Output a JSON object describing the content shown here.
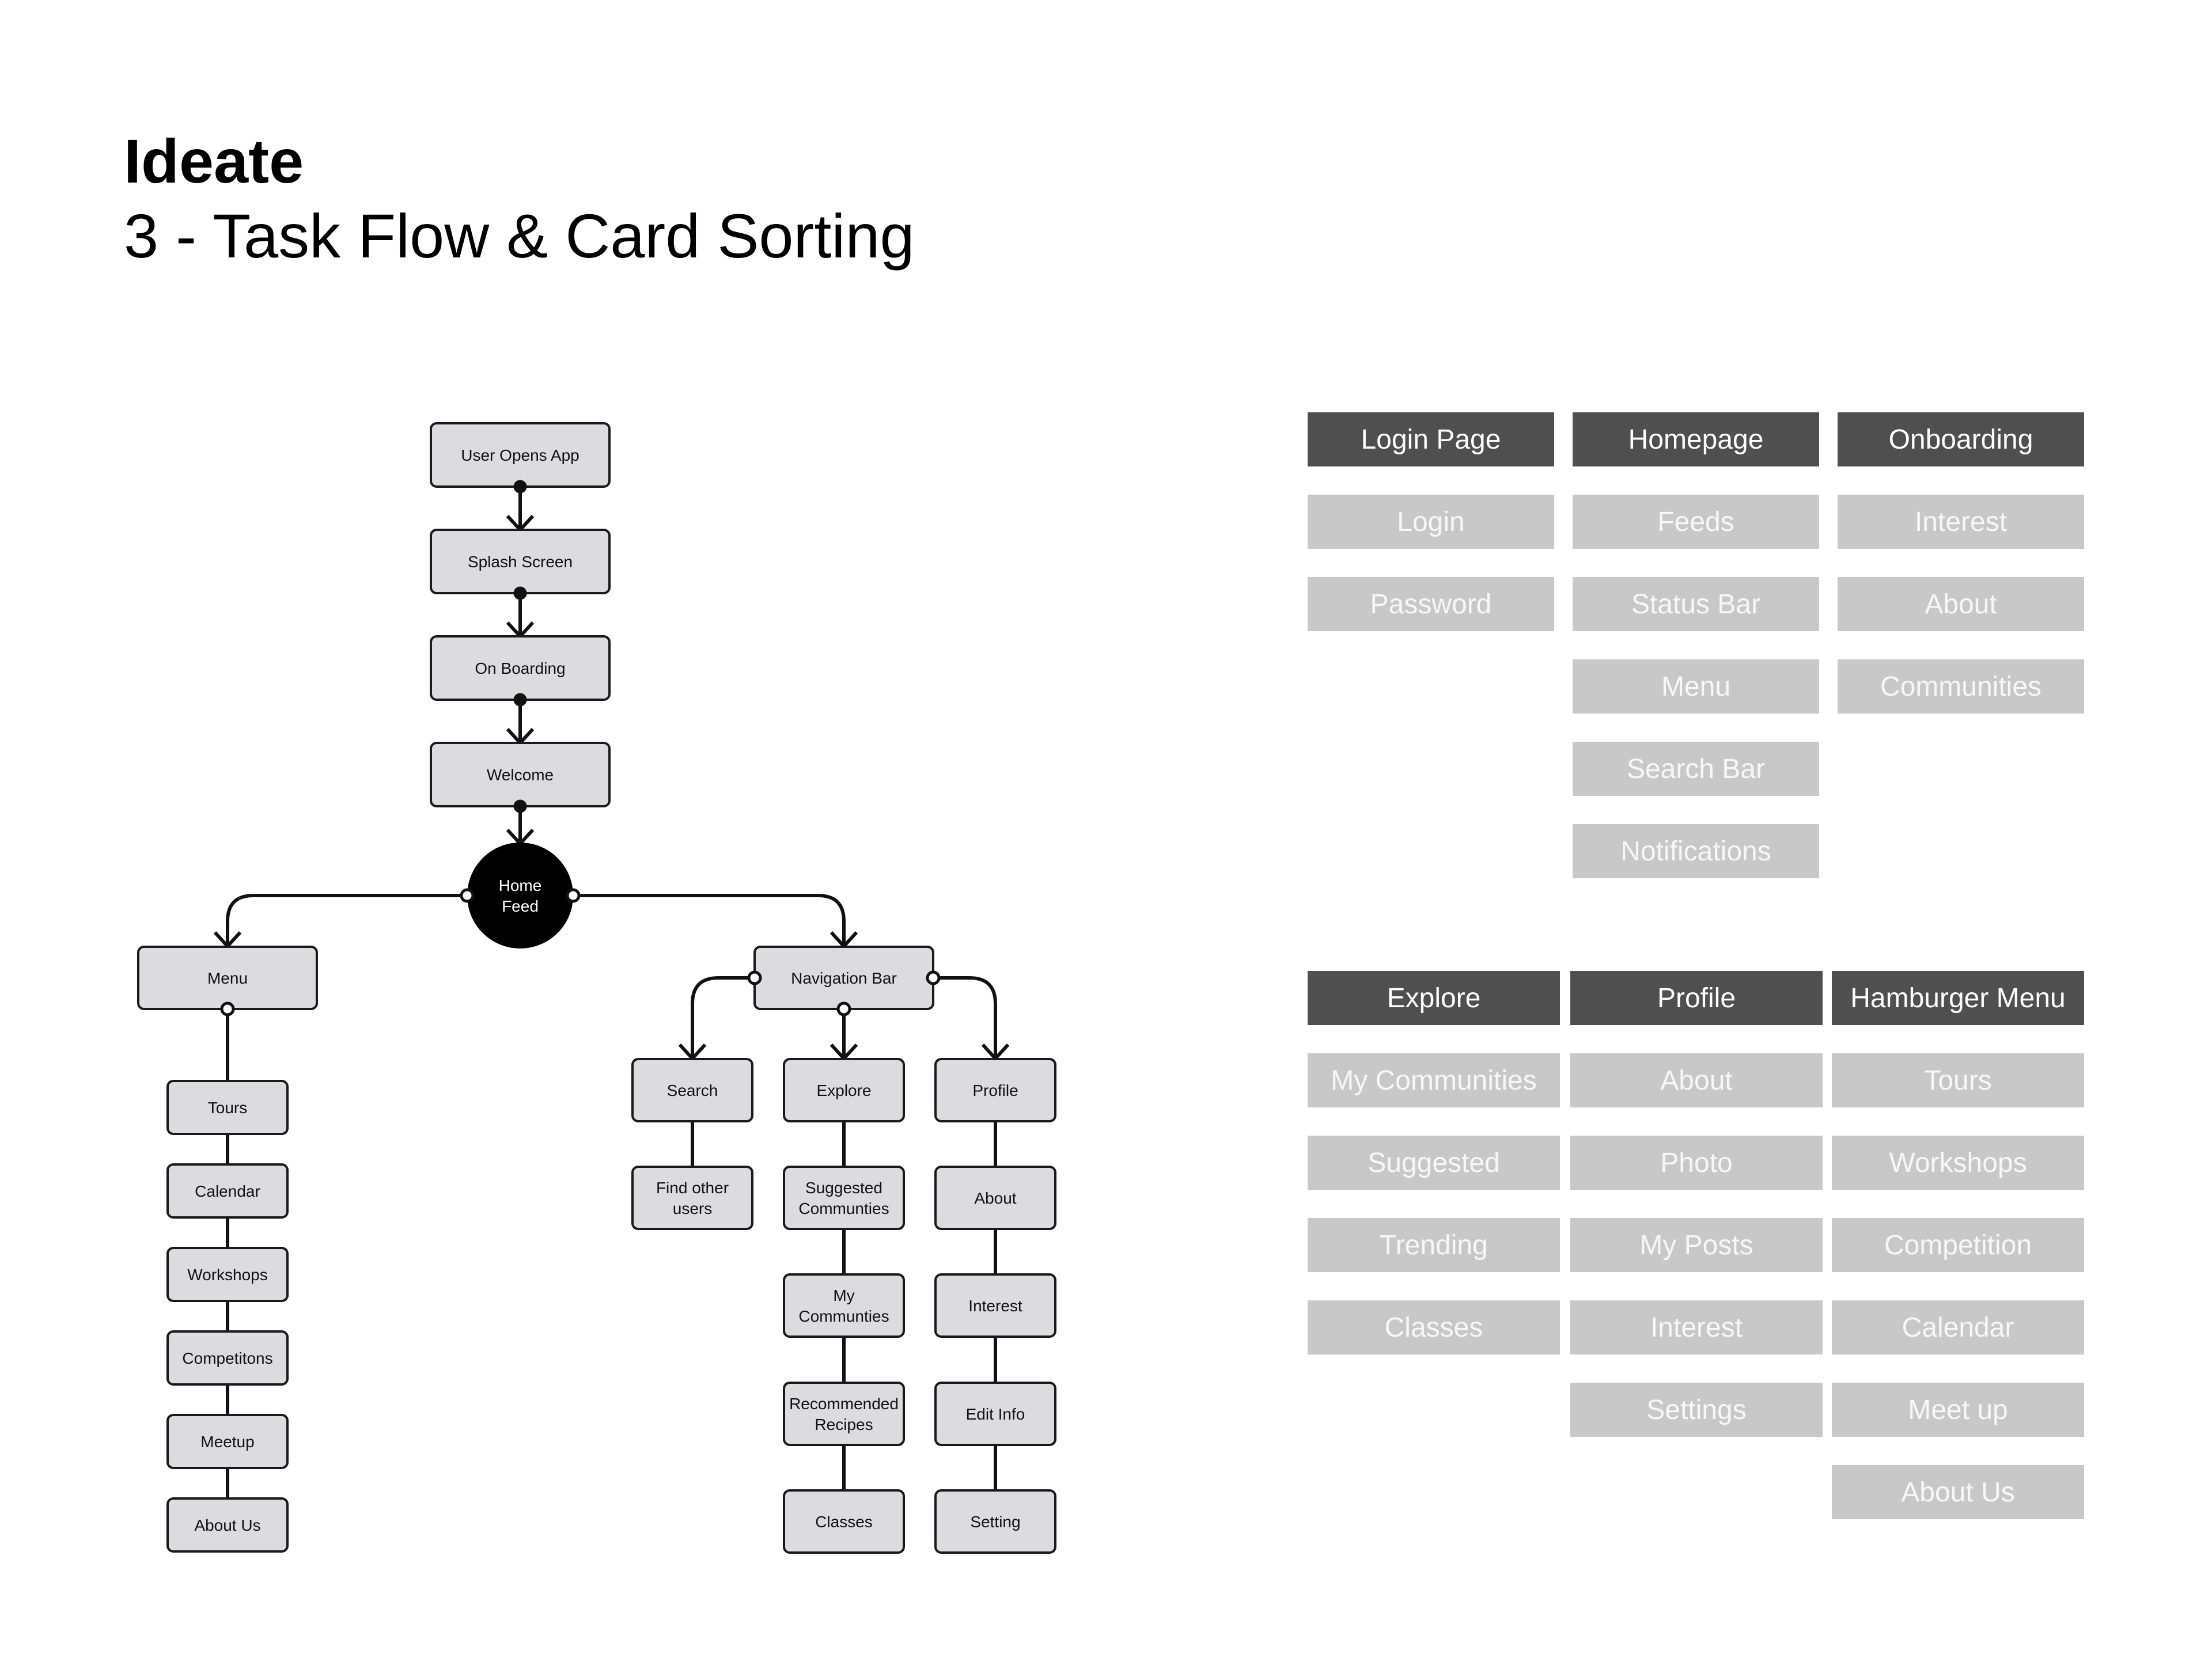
{
  "header": {
    "title": "Ideate",
    "subtitle": "3 - Task Flow & Card Sorting"
  },
  "task_flow": {
    "main_chain": [
      "User Opens App",
      "Splash Screen",
      "On Boarding",
      "Welcome"
    ],
    "hub": [
      "Home",
      "Feed"
    ],
    "menu": {
      "label": "Menu",
      "items": [
        "Tours",
        "Calendar",
        "Workshops",
        "Competitons",
        "Meetup",
        "About Us"
      ]
    },
    "navigation_bar": {
      "label": "Navigation Bar",
      "search": {
        "label": "Search",
        "children": [
          [
            "Find other",
            "users"
          ]
        ]
      },
      "explore": {
        "label": "Explore",
        "children": [
          [
            "Suggested",
            "Communties"
          ],
          [
            "My",
            "Communties"
          ],
          [
            "Recommended",
            "Recipes"
          ],
          [
            "Classes"
          ]
        ]
      },
      "profile": {
        "label": "Profile",
        "children": [
          [
            "About"
          ],
          [
            "Interest"
          ],
          [
            "Edit Info"
          ],
          [
            "Setting"
          ]
        ]
      }
    }
  },
  "card_sorting": {
    "top": [
      {
        "title": "Login Page",
        "items": [
          "Login",
          "Password"
        ]
      },
      {
        "title": "Homepage",
        "items": [
          "Feeds",
          "Status Bar",
          "Menu",
          "Search Bar",
          "Notifications"
        ]
      },
      {
        "title": "Onboarding",
        "items": [
          "Interest",
          "About",
          "Communities"
        ]
      }
    ],
    "bottom": [
      {
        "title": "Explore",
        "items": [
          "My Communities",
          "Suggested",
          "Trending",
          "Classes"
        ]
      },
      {
        "title": "Profile",
        "items": [
          "About",
          "Photo",
          "My Posts",
          "Interest",
          "Settings"
        ]
      },
      {
        "title": "Hamburger Menu",
        "items": [
          "Tours",
          "Workshops",
          "Competition",
          "Calendar",
          "Meet up",
          "About Us"
        ]
      }
    ]
  },
  "colors": {
    "card_header": "#4f4f4f",
    "card_item": "#c8c8c8",
    "node_fill": "#dcdce0",
    "hub_fill": "#000000"
  }
}
